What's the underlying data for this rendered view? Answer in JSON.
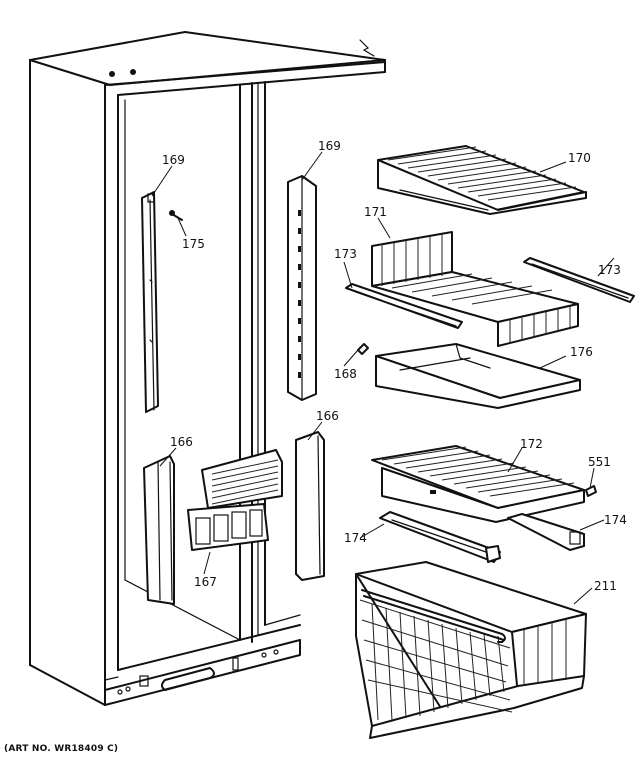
{
  "caption": "(ART NO. WR18409 C)",
  "callouts": {
    "c169a": "169",
    "c169b": "169",
    "c170": "170",
    "c171": "171",
    "c173a": "173",
    "c173b": "173",
    "c175": "175",
    "c168": "168",
    "c176": "176",
    "c166a": "166",
    "c166b": "166",
    "c172": "172",
    "c551": "551",
    "c167": "167",
    "c174a": "174",
    "c174b": "174",
    "c211": "211"
  }
}
